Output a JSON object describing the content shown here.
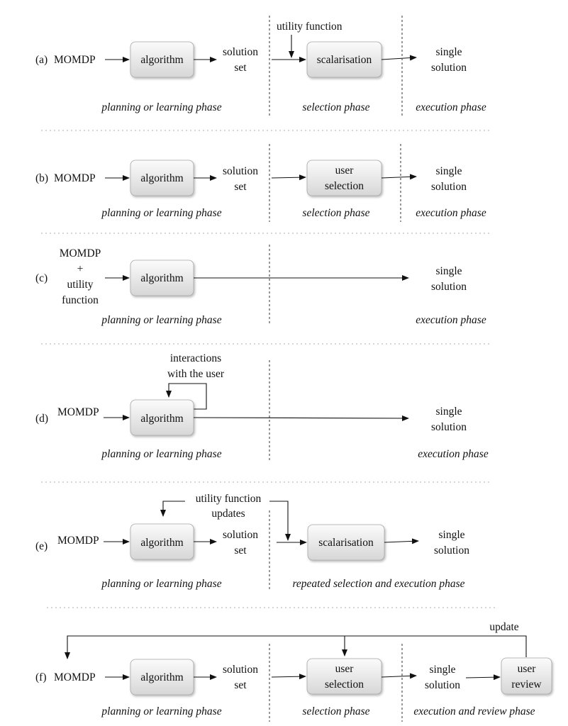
{
  "colors": {
    "ink": "#111111",
    "box_fill_top": "#fbfbfb",
    "box_fill_bottom": "#d6d6d6",
    "box_stroke": "#a8a8a8",
    "separator": "#c8c8c8"
  },
  "panels": {
    "a": {
      "label": "(a)",
      "input": "MOMDP",
      "algorithm": "algorithm",
      "output": [
        "solution",
        "set"
      ],
      "annotation": "utility function",
      "selector": "scalarisation",
      "result": [
        "single",
        "solution"
      ],
      "phases": [
        "planning or learning phase",
        "selection phase",
        "execution phase"
      ]
    },
    "b": {
      "label": "(b)",
      "input": "MOMDP",
      "algorithm": "algorithm",
      "output": [
        "solution",
        "set"
      ],
      "selector": [
        "user",
        "selection"
      ],
      "result": [
        "single",
        "solution"
      ],
      "phases": [
        "planning or learning phase",
        "selection phase",
        "execution phase"
      ]
    },
    "c": {
      "label": "(c)",
      "input": [
        "MOMDP",
        "+",
        "utility",
        "function"
      ],
      "algorithm": "algorithm",
      "result": [
        "single",
        "solution"
      ],
      "phases": [
        "planning or learning phase",
        "execution phase"
      ]
    },
    "d": {
      "label": "(d)",
      "input": "MOMDP",
      "annotation": [
        "interactions",
        "with the user"
      ],
      "algorithm": "algorithm",
      "result": [
        "single",
        "solution"
      ],
      "phases": [
        "planning or learning phase",
        "execution phase"
      ]
    },
    "e": {
      "label": "(e)",
      "input": "MOMDP",
      "annotation": [
        "utility function",
        "updates"
      ],
      "algorithm": "algorithm",
      "output": [
        "solution",
        "set"
      ],
      "selector": "scalarisation",
      "result": [
        "single",
        "solution"
      ],
      "phases": [
        "planning or learning phase",
        "repeated selection and execution phase"
      ]
    },
    "f": {
      "label": "(f)",
      "input": "MOMDP",
      "update_label": "update",
      "algorithm": "algorithm",
      "output": [
        "solution",
        "set"
      ],
      "selector": [
        "user",
        "selection"
      ],
      "result": [
        "single",
        "solution"
      ],
      "reviewer": [
        "user",
        "review"
      ],
      "phases": [
        "planning or learning phase",
        "selection phase",
        "execution and review phase"
      ]
    }
  }
}
